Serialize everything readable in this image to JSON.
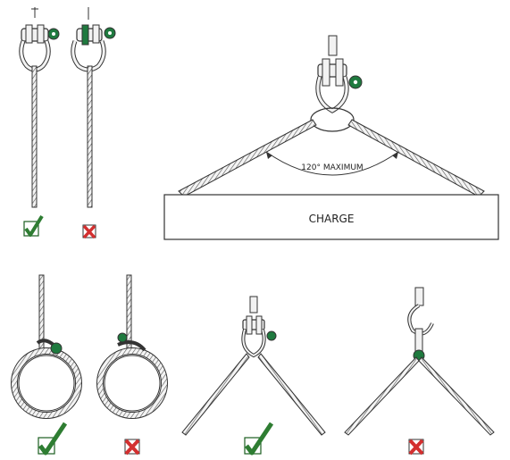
{
  "load_label": "CHARGE",
  "angle_label": "120° MAXIMUM",
  "colors": {
    "ok_green": "#2e7d32",
    "ok_green_dark": "#1b5e20",
    "bad_red": "#d32f2f",
    "pin_green": "#1f7a3f",
    "line": "#333333",
    "rope_fill": "#e8e8e8",
    "metal_fill": "#f2f2f2"
  },
  "marks": {
    "top_left_a": "correct",
    "top_left_b": "incorrect",
    "bottom_1": "correct",
    "bottom_2": "incorrect",
    "bottom_3": "correct",
    "bottom_4": "incorrect"
  },
  "icons": {
    "correct": "check-icon",
    "incorrect": "cross-icon"
  }
}
